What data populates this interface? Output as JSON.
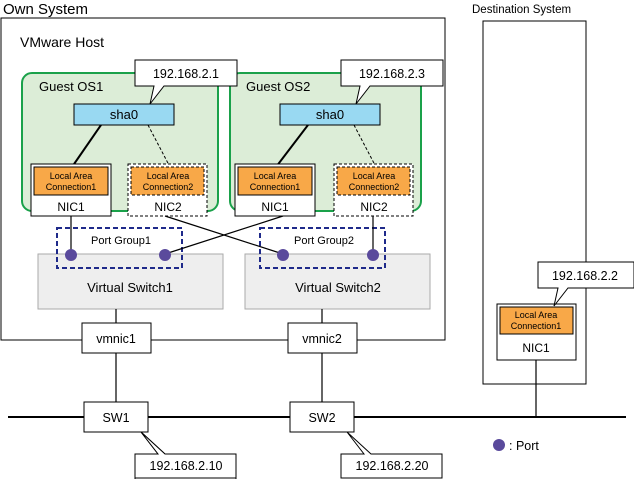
{
  "titles": {
    "own_system": "Own System",
    "destination_system": "Destination System",
    "vmware_host": "VMware Host"
  },
  "guests": [
    {
      "name": "Guest OS1",
      "adapter": "sha0",
      "ip": "192.168.2.1",
      "nics": [
        {
          "name": "NIC1",
          "connection": [
            "Local Area",
            "Connection1"
          ]
        },
        {
          "name": "NIC2",
          "connection": [
            "Local Area",
            "Connection2"
          ]
        }
      ]
    },
    {
      "name": "Guest OS2",
      "adapter": "sha0",
      "ip": "192.168.2.3",
      "nics": [
        {
          "name": "NIC1",
          "connection": [
            "Local Area",
            "Connection1"
          ]
        },
        {
          "name": "NIC2",
          "connection": [
            "Local Area",
            "Connection2"
          ]
        }
      ]
    }
  ],
  "port_groups": [
    "Port Group1",
    "Port Group2"
  ],
  "virtual_switches": [
    "Virtual Switch1",
    "Virtual Switch2"
  ],
  "vmnics": [
    "vmnic1",
    "vmnic2"
  ],
  "switches": [
    {
      "name": "SW1",
      "ip": "192.168.2.10"
    },
    {
      "name": "SW2",
      "ip": "192.168.2.20"
    }
  ],
  "destination": {
    "ip": "192.168.2.2",
    "nic": "NIC1",
    "connection": [
      "Local Area",
      "Connection1"
    ]
  },
  "legend": {
    "label": ": Port"
  },
  "colors": {
    "guest_fill": "#dcedd7",
    "guest_border": "#1aa14a",
    "sha_fill": "#99d9f2",
    "lac_fill": "#f8a848",
    "switch_fill": "#eeeeee",
    "port": "#5a4a9c",
    "port_group_border": "#1f2a8a"
  }
}
